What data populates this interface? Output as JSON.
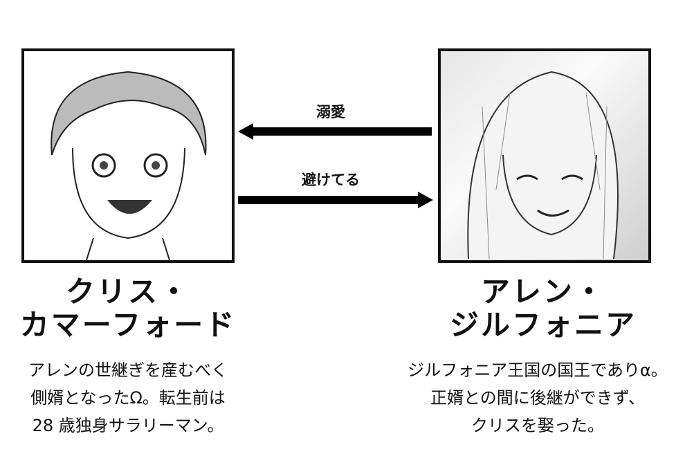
{
  "relations": [
    {
      "label": "溺愛",
      "direction": "right-to-left"
    },
    {
      "label": "避けてる",
      "direction": "left-to-right"
    }
  ],
  "characters": [
    {
      "name_lines": [
        "クリス・",
        "カマーフォード"
      ],
      "desc_lines": [
        "アレンの世継ぎを産むべく",
        "側婿となったΩ。転生前は",
        "28 歳独身サラリーマン。"
      ]
    },
    {
      "name_lines": [
        "アレン・",
        "ジルフォニア"
      ],
      "desc_lines": [
        "ジルフォニア王国の国王でありα。",
        "正婿との間に後継ができず、",
        "クリスを娶った。"
      ]
    }
  ]
}
